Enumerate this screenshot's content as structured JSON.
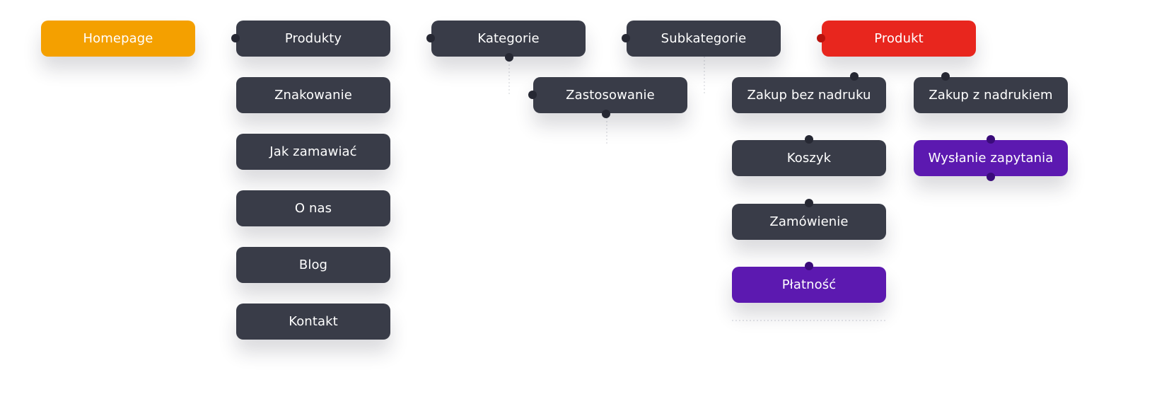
{
  "colors": {
    "dark": "#393c48",
    "home": "#f4a000",
    "product": "#e8261e",
    "purple": "#5c19b0",
    "dot_dark": "#262833",
    "dot_red": "#b8120d",
    "dot_purple": "#3a0b7a",
    "connector": "#d3d5da"
  },
  "nodes": {
    "homepage": {
      "label": "Homepage"
    },
    "produkty": {
      "label": "Produkty"
    },
    "kategorie": {
      "label": "Kategorie"
    },
    "subkategorie": {
      "label": "Subkategorie"
    },
    "produkt": {
      "label": "Produkt"
    },
    "znakowanie": {
      "label": "Znakowanie"
    },
    "jak_zamawiac": {
      "label": "Jak zamawiać"
    },
    "o_nas": {
      "label": "O nas"
    },
    "blog": {
      "label": "Blog"
    },
    "kontakt": {
      "label": "Kontakt"
    },
    "zastosowanie": {
      "label": "Zastosowanie"
    },
    "zakup_bez_nadruku": {
      "label": "Zakup bez nadruku"
    },
    "koszyk": {
      "label": "Koszyk"
    },
    "zamowienie": {
      "label": "Zamówienie"
    },
    "platnosc": {
      "label": "Płatność"
    },
    "zakup_z_nadrukiem": {
      "label": "Zakup z nadrukiem"
    },
    "wyslanie_zapytania": {
      "label": "Wysłanie zapytania"
    }
  }
}
